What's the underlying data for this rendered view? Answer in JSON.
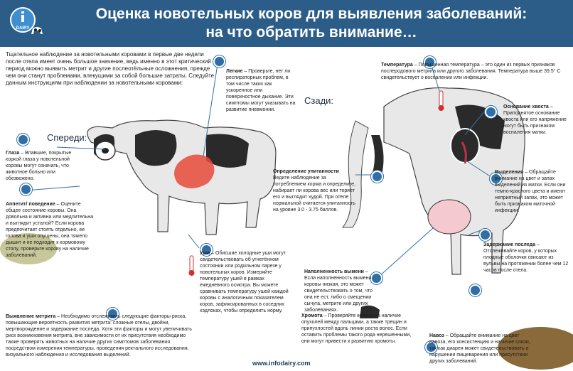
{
  "header": {
    "title_line1": "Оценка новотельных коров для выявления заболеваний:",
    "title_line2": "на что обратить внимание…",
    "logo_text": "iDAIRY",
    "bg_color": "#2b5d88"
  },
  "intro": "Тщательное наблюдение за новотельными коровами в первые две недели после отела имеет очень большое значение, ведь именно в этот критический период можно выявить метрит и другие послеотёльные осложнения, прежде чем они станут проблемами, влекущими за собой большие затраты. Следуйте данным инструкциям при наблюдении за новотельными коровами:",
  "front_label": "Спереди:",
  "back_label": "Сзади:",
  "items": {
    "eyes": {
      "title": "Глаза",
      "text": " – Впавшие, покрытые коркой глаза у новотельной коровы могут означать, что животное больно или обезвожено."
    },
    "appetite": {
      "title": "Аппетит/ поведение",
      "text": " – Оцените общее состояние коровы. Она довольна и активна или медлительна и выглядит усталой? Если корова предпочитает стоять отдельно, ее голова и уши опущены, она тяжело дышит и не подходит к кормовому столу, проверьте корову на наличие заболеваний."
    },
    "lungs": {
      "title": "Легкие",
      "text": " – Проверьте, нет ли респираторных проблем, в том числе таких как ускоренное или поверхностное дыхание. Эти симптомы могут указывать на развитие пневмонии."
    },
    "condition": {
      "title": "Определение упитанности",
      "text": "Ведите наблюдение за потреблением корма и определите, набирает ли корова вес или теряет его и выглядит худой. При отёле нормальной считается упитанность на уровне 3.0 - 3.75 баллов."
    },
    "ears": {
      "title": "Уши",
      "text": " – Обисшие холодные уши могут свидетельствовать об угнетённом состоянии или родильном парезе у новотельных коров. Измеряйте температуру ушей в рамках ежедневного осмотра. Вы можете сравнивать температуру ушей каждой коровы с аналогичным показателем коров, зафиксированных в соседних хэдлоках, чтобы определить норму."
    },
    "metritis": {
      "title": "Выявление метрита",
      "text": " – Необходимо отслеживать следующие факторы риска, повышающие вероятность развития метрита: сложные отелы, двойни, мертворождение и задержание последа. Хотя эти факторы и могут увеличивать риск возникновения метрита, вне зависимости от их присутствия необходимо также проверять животных на наличие других симптомов заболевания посредством измерения температуры, проведения ректального исследования, визуального наблюдения и исследования выделений."
    },
    "temperature": {
      "title": "Температура",
      "text": " – Повышенная температура – это один из первых признаков послеродового метрита или другого заболевания. Температура выше 39.5° C свидетельствует о воспалении или инфекции."
    },
    "tail": {
      "title": "Основание хвоста",
      "text": " – Приподнятое основание хвоста или его напряжение могут быть признаком воспаления матки."
    },
    "discharge": {
      "title": "Выделения",
      "text": " – Обращайте внимание на цвет и запах выделений из матки. Если они темно-красного цвета и имеют неприятный запах, это может быть признаком маточной инфекции."
    },
    "placenta": {
      "title": "Задержание последа",
      "text": " – Отслеживайте коров, у которых плодные оболочки свисают из вульвы на протяжении более чем 12 часов после отела."
    },
    "udder": {
      "title": "Наполненность вымени",
      "text": " – Если наполненность вымени коровы низкая, это может свидетельствовать о том, что она не ест, либо о смещении сычуга, метрите или других заболеваниях."
    },
    "lameness": {
      "title": "Хромота",
      "text": " – Проверяйте копыта на наличие опухолей между пальцами, а также трещин и припухлостей вдоль линии роста волос. Если оставить проблемы такого рода нерешенными, они могут привести к развитию хромоты."
    },
    "manure": {
      "title": "Навоз",
      "text": " – Обращайте внимание на цвет навоза, его консистенцию и наличие слизи, так как диарея может свидетельствовать о нарушении пищеварения или присутствии других заболеваний."
    }
  },
  "footer": {
    "website": "www.infodairy.com"
  },
  "colors": {
    "accent": "#2f6fa6",
    "title_text": "#ffffff"
  }
}
